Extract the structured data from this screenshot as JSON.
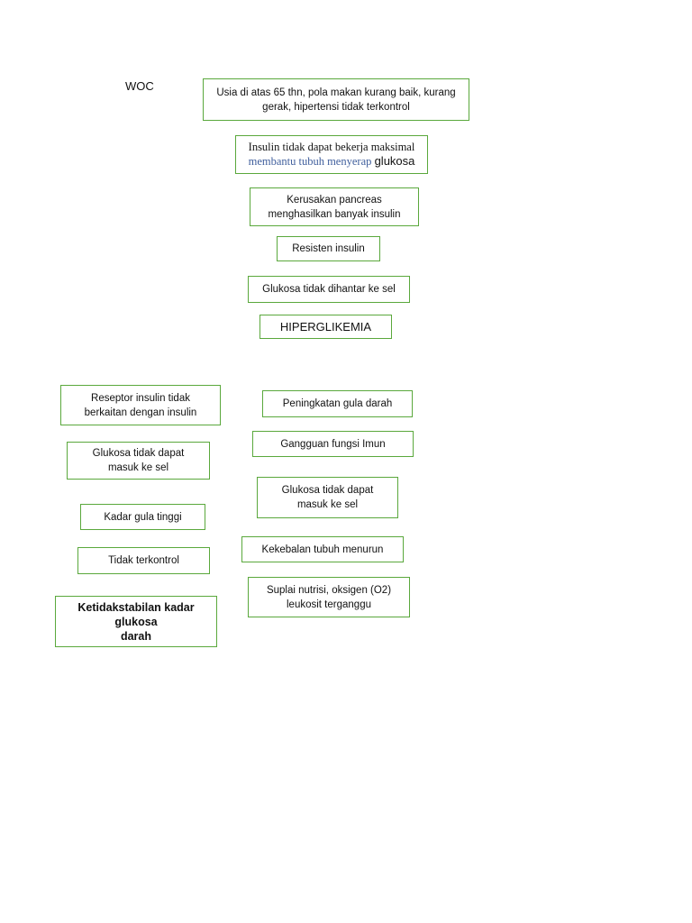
{
  "title": "WOC",
  "boxes": {
    "b1": [
      "Usia di atas 65 thn, pola makan  kurang baik, kurang",
      "gerak, hipertensi tidak terkontrol"
    ],
    "b2": {
      "line1": "Insulin tidak dapat bekerja maksimal",
      "line2_blue": "membantu tubuh menyerap",
      "line2_end": "glukosa"
    },
    "b3": [
      "Kerusakan pancreas",
      "menghasilkan banyak insulin"
    ],
    "b4": "Resisten insulin",
    "b5": "Glukosa tidak dihantar ke sel",
    "b6": "HIPERGLIKEMIA",
    "l1": [
      "Reseptor insulin tidak",
      "berkaitan dengan insulin"
    ],
    "l2": [
      "Glukosa tidak dapat",
      "masuk ke sel"
    ],
    "l3": "Kadar gula tinggi",
    "l4": "Tidak terkontrol",
    "l5": [
      "Ketidakstabilan kadar glukosa",
      "darah"
    ],
    "r1": "Peningkatan gula darah",
    "r2": "Gangguan fungsi Imun",
    "r3": [
      "Glukosa tidak dapat",
      "masuk  ke sel"
    ],
    "r4": "Kekebalan tubuh menurun",
    "r5": [
      "Suplai nutrisi, oksigen (O2)",
      "leukosit terganggu"
    ]
  },
  "colors": {
    "border": "#5aa83c",
    "blue_text": "#3f5e9c"
  }
}
